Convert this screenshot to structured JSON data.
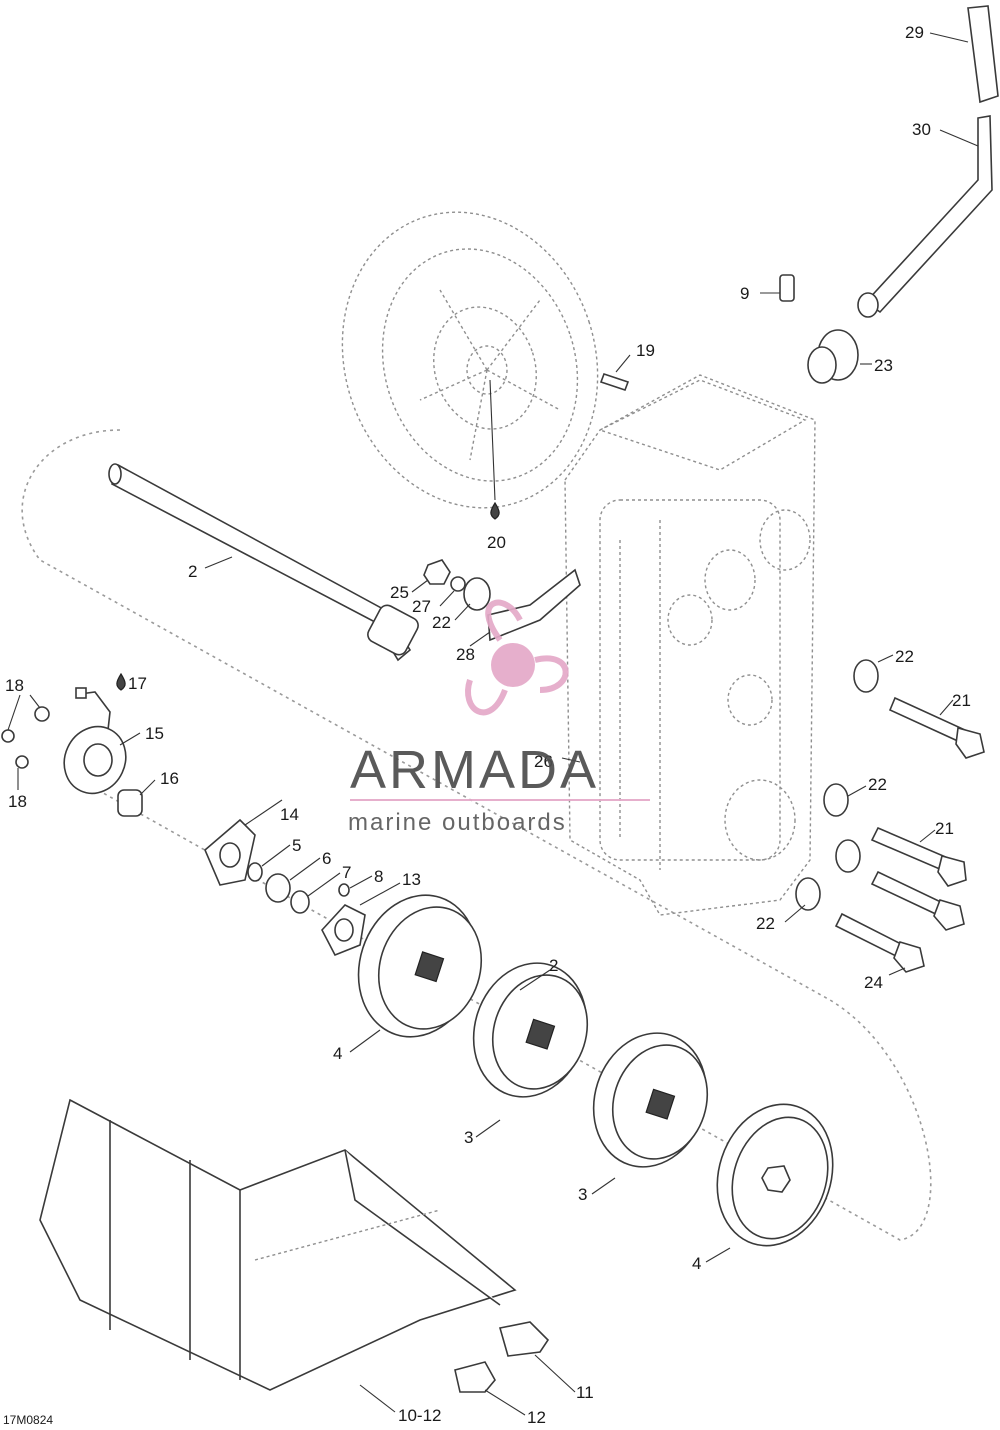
{
  "diagram": {
    "drawing_id": "17M0824",
    "watermark": {
      "brand": "ARMADA",
      "tagline": "marine outboards",
      "accent_color": "#e4a9c8"
    },
    "oil_symbol_labels": [
      "17",
      "20"
    ],
    "callouts": [
      "29",
      "30",
      "9",
      "19",
      "23",
      "20",
      "2",
      "25",
      "27",
      "22",
      "28",
      "22",
      "21",
      "18",
      "17",
      "15",
      "18",
      "16",
      "26",
      "22",
      "21",
      "14",
      "5",
      "6",
      "7",
      "8",
      "13",
      "22",
      "24",
      "2",
      "4",
      "3",
      "3",
      "4",
      "11",
      "10-12",
      "12"
    ]
  }
}
